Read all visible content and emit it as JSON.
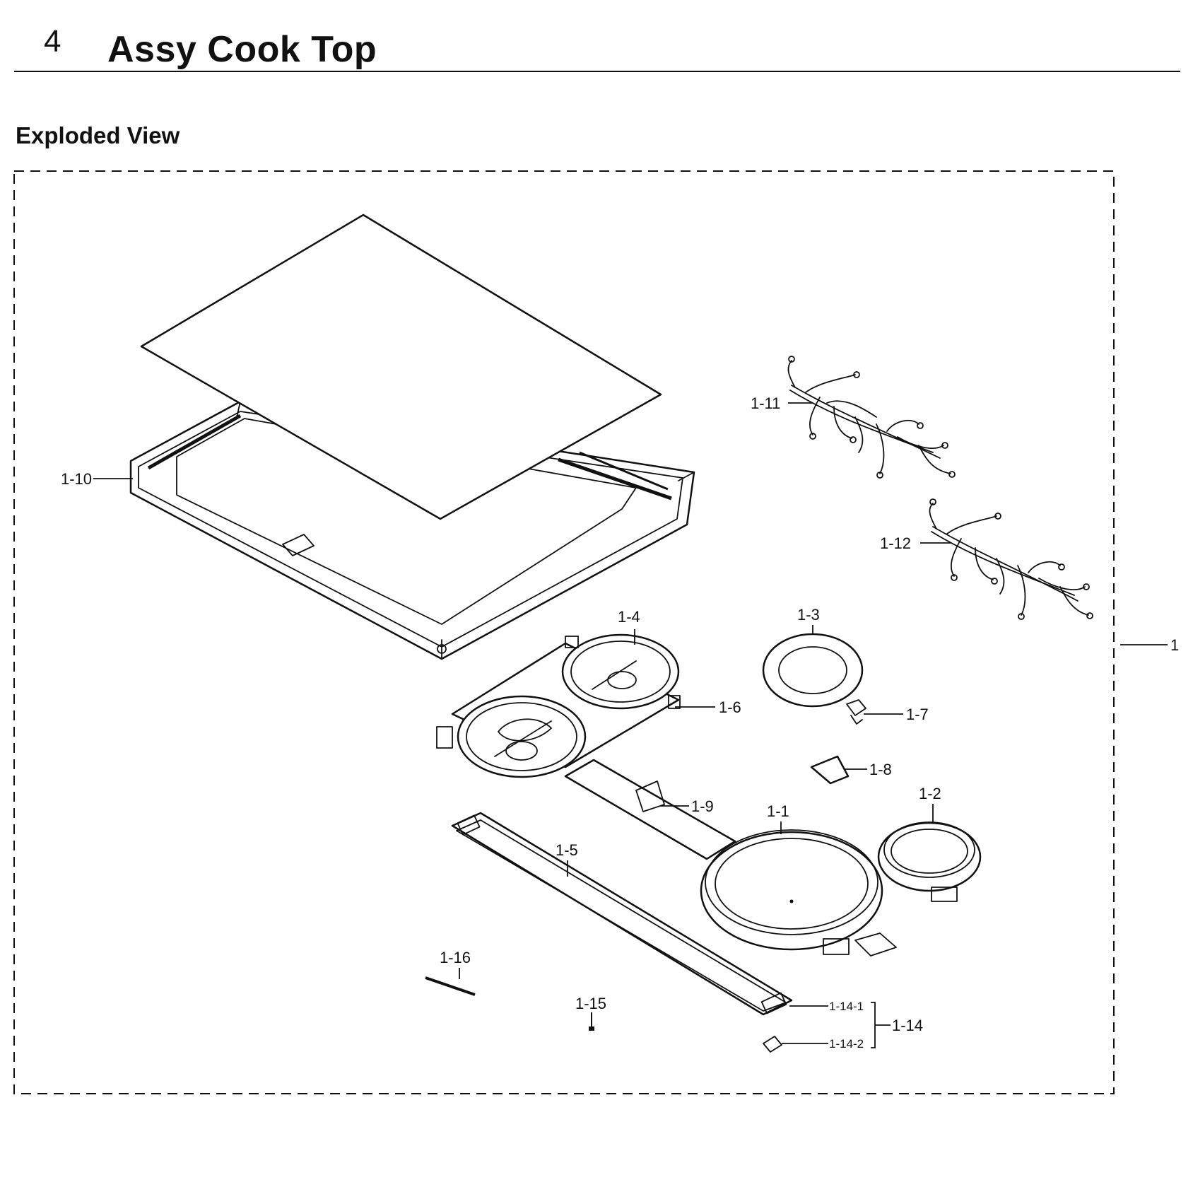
{
  "header": {
    "section_number": "4",
    "section_title": "Assy Cook Top",
    "subtitle": "Exploded View"
  },
  "callouts": {
    "assembly": "1",
    "p1_1": "1-1",
    "p1_2": "1-2",
    "p1_3": "1-3",
    "p1_4": "1-4",
    "p1_5": "1-5",
    "p1_6": "1-6",
    "p1_7": "1-7",
    "p1_8": "1-8",
    "p1_9": "1-9",
    "p1_10": "1-10",
    "p1_11": "1-11",
    "p1_12": "1-12",
    "p1_14": "1-14",
    "p1_14_1": "1-14-1",
    "p1_14_2": "1-14-2",
    "p1_15": "1-15",
    "p1_16": "1-16"
  }
}
